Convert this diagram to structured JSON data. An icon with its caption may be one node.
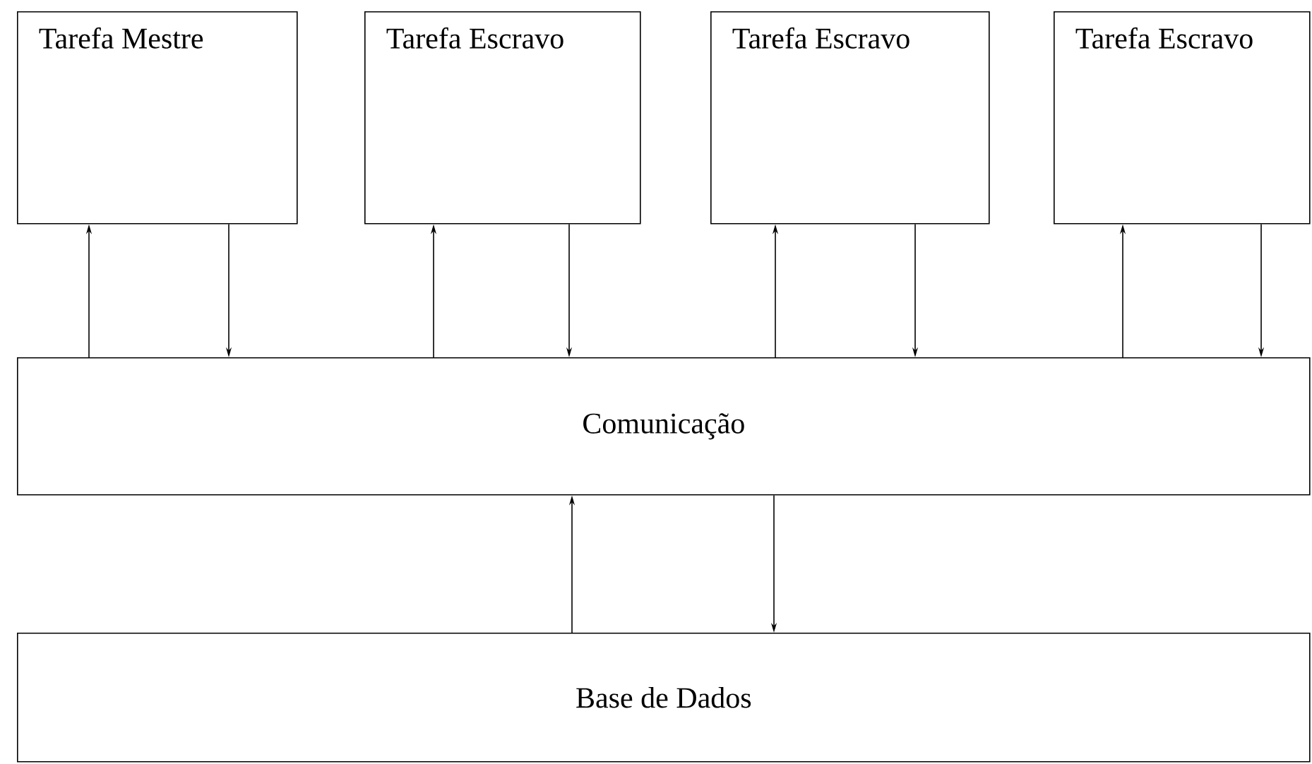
{
  "diagram": {
    "nodes": [
      {
        "text": [
          "Tarefa Mestre"
        ]
      },
      {
        "text": [
          "Tarefa Escravo"
        ]
      },
      {
        "text": [
          "Tarefa Escravo"
        ]
      },
      {
        "text": [
          "Tarefa Escravo"
        ]
      },
      {
        "text": [
          "Comunicação"
        ]
      },
      {
        "text": [
          "Base de Dados"
        ]
      }
    ],
    "edges": [
      {
        "from": 4,
        "to": 0,
        "arrow": "to"
      },
      {
        "from": 0,
        "to": 4,
        "arrow": "to"
      },
      {
        "from": 4,
        "to": 1,
        "arrow": "to"
      },
      {
        "from": 1,
        "to": 4,
        "arrow": "to"
      },
      {
        "from": 4,
        "to": 2,
        "arrow": "to"
      },
      {
        "from": 2,
        "to": 4,
        "arrow": "to"
      },
      {
        "from": 4,
        "to": 3,
        "arrow": "to"
      },
      {
        "from": 3,
        "to": 4,
        "arrow": "to"
      },
      {
        "from": 5,
        "to": 4,
        "arrow": "to"
      },
      {
        "from": 4,
        "to": 5,
        "arrow": "to"
      }
    ]
  }
}
